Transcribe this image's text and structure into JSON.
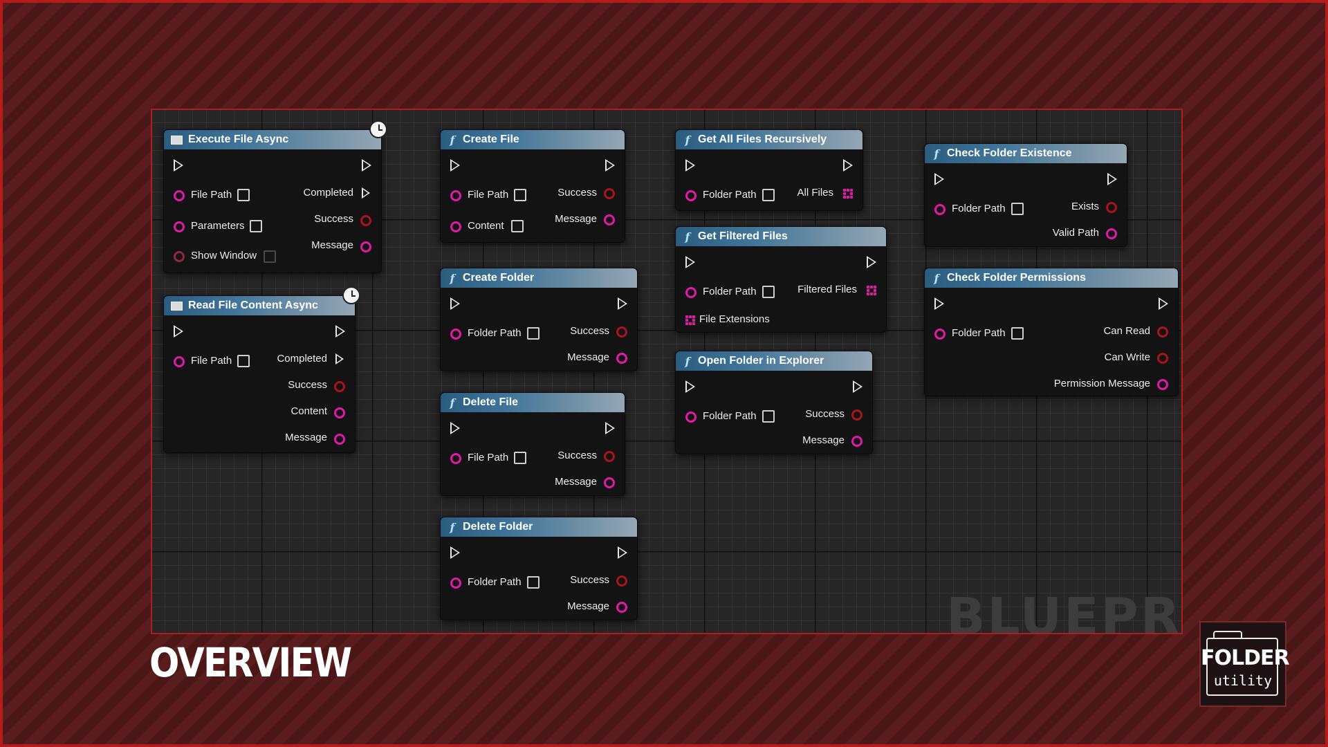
{
  "watermark": "BLUEPRINT",
  "overview_label": "OVERVIEW",
  "logo": {
    "line1": "FOLDER",
    "line2": "utility"
  },
  "nodes": {
    "execute_file_async": {
      "title": "Execute File Async",
      "icon": "macro-box-icon",
      "latent": true,
      "inputs": [
        "File Path",
        "Parameters",
        "Show Window"
      ],
      "outputs": [
        "Completed",
        "Success",
        "Message"
      ]
    },
    "read_file_content_async": {
      "title": "Read File Content Async",
      "icon": "macro-box-icon",
      "latent": true,
      "inputs": [
        "File Path"
      ],
      "outputs": [
        "Completed",
        "Success",
        "Content",
        "Message"
      ]
    },
    "create_file": {
      "title": "Create File",
      "icon": "function-icon",
      "inputs": [
        "File Path",
        "Content"
      ],
      "outputs": [
        "Success",
        "Message"
      ]
    },
    "create_folder": {
      "title": "Create Folder",
      "icon": "function-icon",
      "inputs": [
        "Folder Path"
      ],
      "outputs": [
        "Success",
        "Message"
      ]
    },
    "delete_file": {
      "title": "Delete File",
      "icon": "function-icon",
      "inputs": [
        "File Path"
      ],
      "outputs": [
        "Success",
        "Message"
      ]
    },
    "delete_folder": {
      "title": "Delete Folder",
      "icon": "function-icon",
      "inputs": [
        "Folder Path"
      ],
      "outputs": [
        "Success",
        "Message"
      ]
    },
    "get_all_files_recursively": {
      "title": "Get All Files Recursively",
      "icon": "function-icon",
      "inputs": [
        "Folder Path"
      ],
      "outputs": [
        "All Files"
      ]
    },
    "get_filtered_files": {
      "title": "Get Filtered Files",
      "icon": "function-icon",
      "inputs": [
        "Folder Path",
        "File Extensions"
      ],
      "outputs": [
        "Filtered Files"
      ]
    },
    "open_folder_in_explorer": {
      "title": "Open Folder in Explorer",
      "icon": "function-icon",
      "inputs": [
        "Folder Path"
      ],
      "outputs": [
        "Success",
        "Message"
      ]
    },
    "check_folder_existence": {
      "title": "Check Folder Existence",
      "icon": "function-icon",
      "inputs": [
        "Folder Path"
      ],
      "outputs": [
        "Exists",
        "Valid Path"
      ]
    },
    "check_folder_permissions": {
      "title": "Check Folder Permissions",
      "icon": "function-icon",
      "inputs": [
        "Folder Path"
      ],
      "outputs": [
        "Can Read",
        "Can Write",
        "Permission Message"
      ]
    }
  },
  "colors": {
    "string_pin": "#e01aa6",
    "bool_pin": "#a8141a",
    "header_start": "#2a5c7e",
    "frame_border": "#b41c1c"
  }
}
